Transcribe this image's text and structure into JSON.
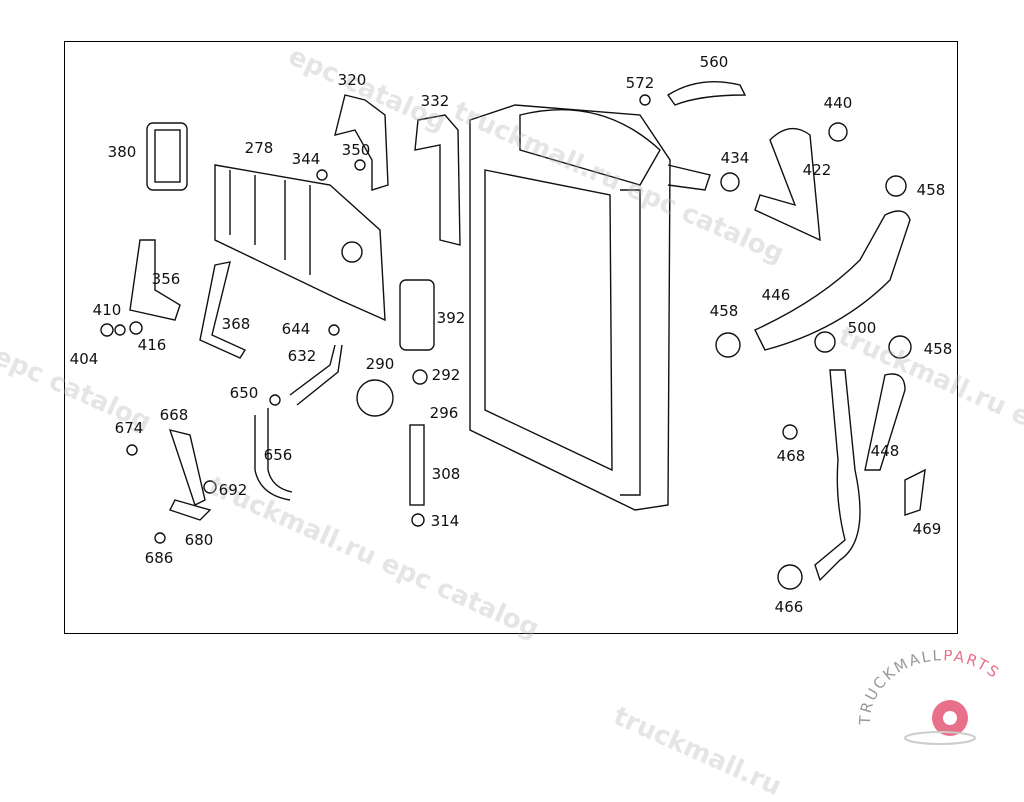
{
  "diagram": {
    "part_labels": [
      "380",
      "278",
      "320",
      "344",
      "350",
      "332",
      "572",
      "560",
      "440",
      "434",
      "422",
      "458",
      "356",
      "410",
      "404",
      "416",
      "368",
      "644",
      "632",
      "392",
      "446",
      "458",
      "500",
      "458",
      "290",
      "292",
      "296",
      "650",
      "656",
      "308",
      "314",
      "668",
      "674",
      "692",
      "680",
      "686",
      "468",
      "448",
      "469",
      "466"
    ]
  },
  "watermarks": [
    "epc catalog",
    "truckmall.ru epc catalog",
    "truckmall.ru epc catalog",
    "truckmall.ru",
    "epc catalog",
    "truckmall.ru e"
  ],
  "logo": {
    "text_left": "TRUCKMALL",
    "text_right": "PARTS",
    "accent": "#e8708a",
    "grey": "#999999"
  }
}
